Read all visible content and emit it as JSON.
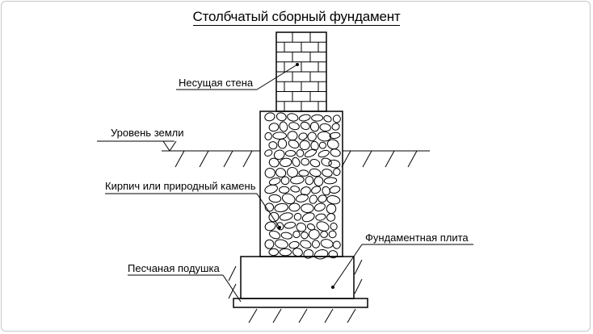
{
  "title": "Столбчатый сборный фундамент",
  "labels": {
    "wall": "Несущая стена",
    "ground": "Уровень земли",
    "stone": "Кирпич или природный камень",
    "slab": "Фундаментная плита",
    "sand": "Песчаная подушка"
  },
  "colors": {
    "line": "#000000",
    "frame": "#c8c8c8",
    "background": "#ffffff"
  }
}
